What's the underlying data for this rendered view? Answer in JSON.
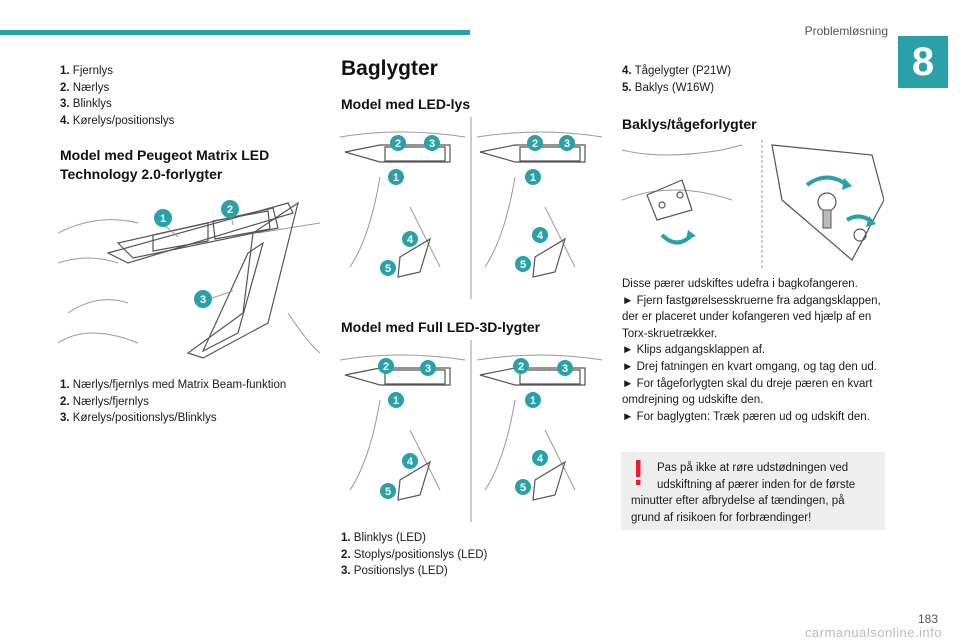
{
  "header": {
    "section_title": "Problemløsning",
    "chapter": "8",
    "page_number": "183"
  },
  "watermark": "carmanualsonline.info",
  "col1": {
    "list_top": [
      {
        "n": "1.",
        "text": "Fjernlys"
      },
      {
        "n": "2.",
        "text": "Nærlys"
      },
      {
        "n": "3.",
        "text": "Blinklys"
      },
      {
        "n": "4.",
        "text": "Kørelys/positionslys"
      }
    ],
    "matrix_heading_l1": "Model med Peugeot Matrix LED",
    "matrix_heading_l2": "Technology 2.0-forlygter",
    "list_matrix": [
      {
        "n": "1.",
        "text": "Nærlys/fjernlys med Matrix Beam-funktion"
      },
      {
        "n": "2.",
        "text": "Nærlys/fjernlys"
      },
      {
        "n": "3.",
        "text": "Kørelys/positionslys/Blinklys"
      }
    ],
    "fig_badges": [
      "1",
      "2",
      "3"
    ]
  },
  "col2": {
    "title": "Baglygter",
    "led_heading": "Model med LED-lys",
    "full_led_heading": "Model med Full LED-3D-lygter",
    "fig_badges": [
      "1",
      "2",
      "3",
      "4",
      "5"
    ],
    "list": [
      {
        "n": "1.",
        "text": "Blinklys (LED)"
      },
      {
        "n": "2.",
        "text": "Stoplys/positionslys (LED)"
      },
      {
        "n": "3.",
        "text": "Positionslys (LED)"
      }
    ]
  },
  "col3": {
    "list": [
      {
        "n": "4.",
        "text": "Tågelygter (P21W)"
      },
      {
        "n": "5.",
        "text": "Baklys (W16W)"
      }
    ],
    "rear_heading": "Baklys/tågeforlygter",
    "paragraphs": [
      "Disse pærer udskiftes udefra i bagkofangeren.",
      "► Fjern fastgørelsesskruerne fra adgangsklappen, der er placeret under kofangeren ved hjælp af en Torx-skruetrækker.",
      "► Klips adgangsklappen af.",
      "► Drej fatningen en kvart omgang, og tag den ud.",
      "► For tågeforlygten skal du dreje pæren en kvart omdrejning og udskifte den.",
      "► For baglygten: Træk pæren ud og udskift den."
    ],
    "warning": "Pas på ikke at røre udstødningen ved udskiftning af pærer inden for de første minutter efter afbrydelse af tændingen, på grund af risikoen for forbrændinger!",
    "warning_first_line": "Pas på ikke at røre udstødningen ved",
    "warning_second_line": "udskiftning af pærer inden for de første",
    "warning_rest": "minutter efter afbrydelse af tændingen, på grund af risikoen for forbrændinger!"
  },
  "colors": {
    "accent": "#2aa0a8",
    "warning_mark": "#e5202e",
    "warning_bg": "#eeeeee"
  }
}
